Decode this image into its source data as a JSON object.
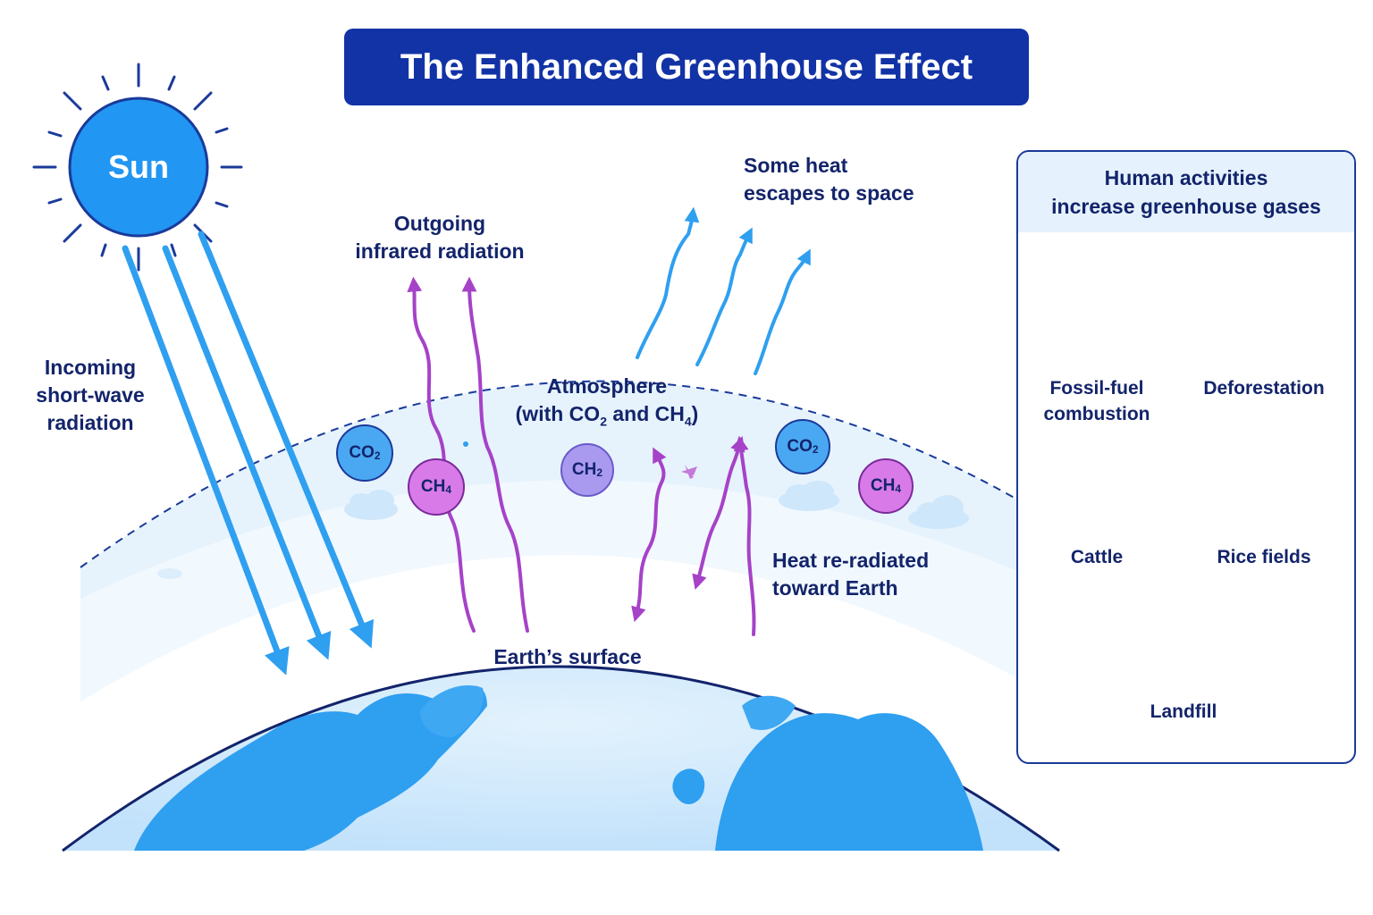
{
  "title": "The Enhanced Greenhouse Effect",
  "sun": {
    "label": "Sun"
  },
  "labels": {
    "incoming": [
      "Incoming",
      "short-wave",
      "radiation"
    ],
    "outgoing": [
      "Outgoing",
      "infrared radiation"
    ],
    "escapes": [
      "Some heat",
      "escapes to space"
    ],
    "atmosphere_line1": "Atmosphere",
    "atmosphere_line2_pre": "(with CO",
    "atmosphere_line2_sub1": "2",
    "atmosphere_line2_mid": " and CH",
    "atmosphere_line2_sub2": "4",
    "atmosphere_line2_post": ")",
    "reradiated": [
      "Heat re-radiated",
      "toward Earth"
    ],
    "surface": "Earth’s surface"
  },
  "molecules": [
    {
      "base": "CO",
      "sub": "2"
    },
    {
      "base": "CH",
      "sub": "4"
    },
    {
      "base": "CH",
      "sub": "2"
    },
    {
      "base": "CO",
      "sub": "2"
    },
    {
      "base": "CH",
      "sub": "4"
    }
  ],
  "panel": {
    "heading": [
      "Human activities",
      "increase greenhouse gases"
    ],
    "activities": [
      {
        "label": [
          "Fossil-fuel",
          "combustion"
        ],
        "icon": "factory-icon"
      },
      {
        "label": [
          "Deforestation"
        ],
        "icon": "tree-stump-icon"
      },
      {
        "label": [
          "Cattle"
        ],
        "icon": "cow-icon"
      },
      {
        "label": [
          "Rice fields"
        ],
        "icon": "rice-plant-icon"
      },
      {
        "label": [
          "Landfill"
        ],
        "icon": "landfill-truck-icon"
      }
    ]
  },
  "colors": {
    "title_bg": "#1233a6",
    "sun": "#2196f3",
    "incoming_arrow": "#2f9ff0",
    "infrared_arrow": "#a642c8",
    "escape_arrow": "#2f9ff0",
    "text": "#13246b"
  }
}
